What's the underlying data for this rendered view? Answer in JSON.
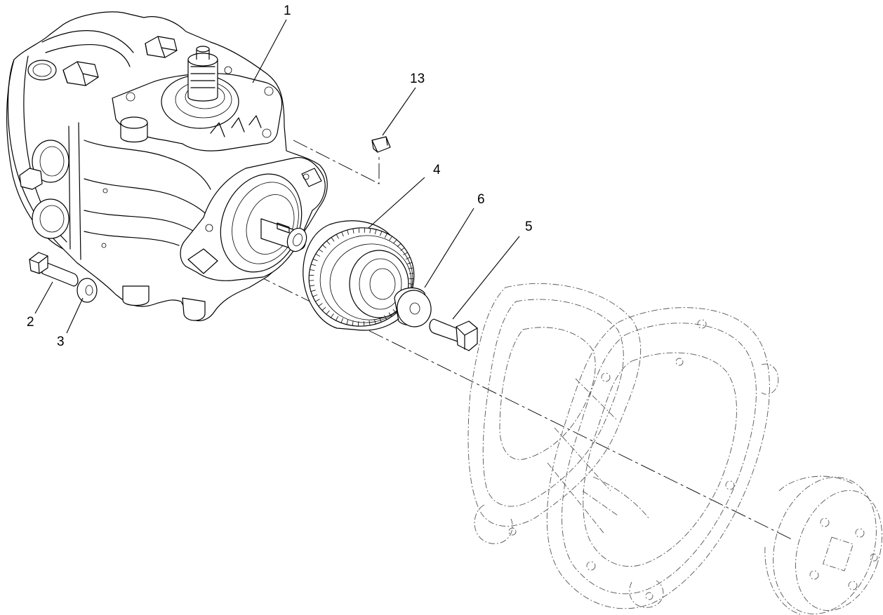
{
  "callouts": [
    {
      "id": "1",
      "text": "1"
    },
    {
      "id": "2",
      "text": "2"
    },
    {
      "id": "3",
      "text": "3"
    },
    {
      "id": "4",
      "text": "4"
    },
    {
      "id": "5",
      "text": "5"
    },
    {
      "id": "6",
      "text": "6"
    },
    {
      "id": "13",
      "text": "13"
    }
  ],
  "colors": {
    "line": "#000000",
    "phantom": "#555555",
    "background": "#ffffff"
  }
}
